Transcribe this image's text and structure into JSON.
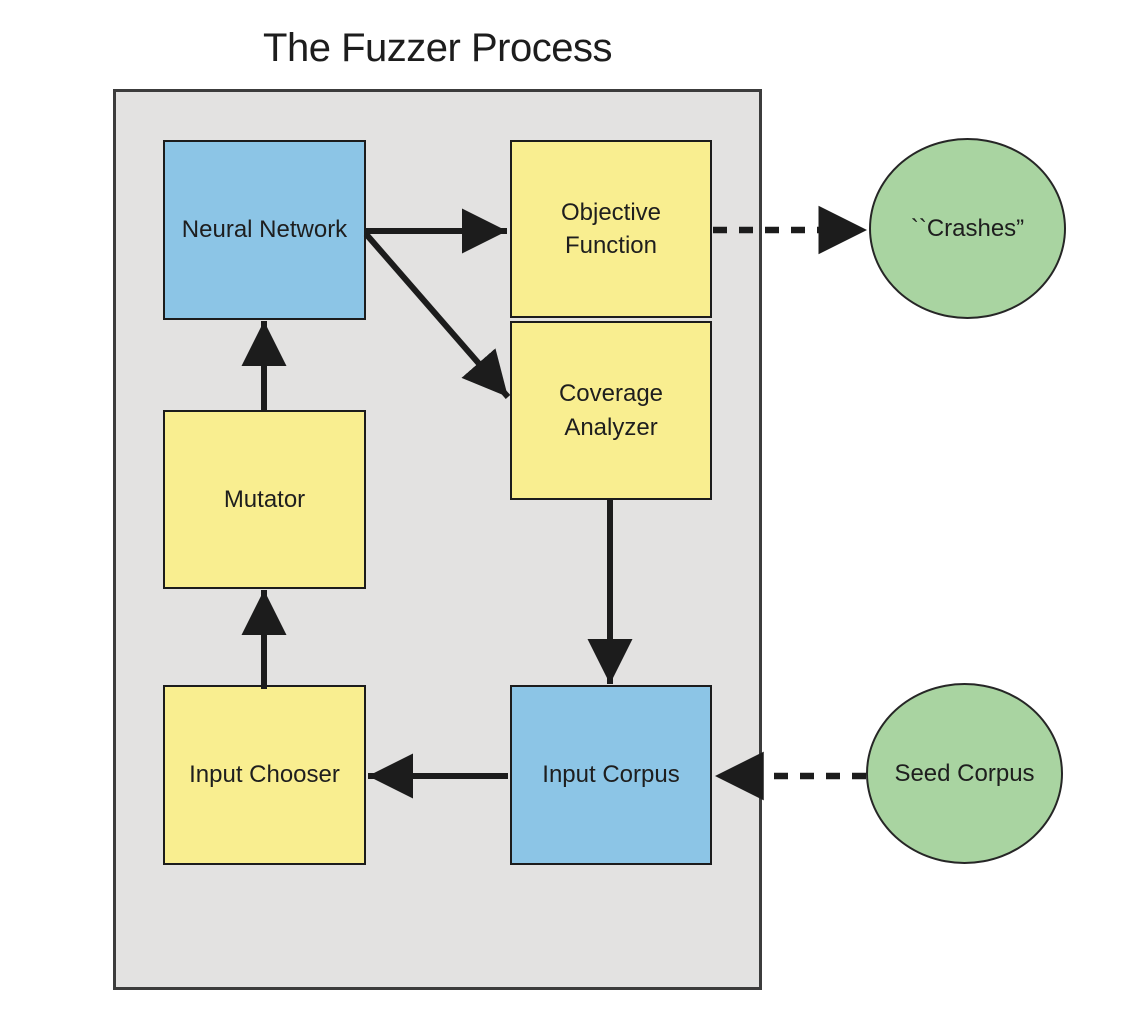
{
  "title": "The Fuzzer Process",
  "colors": {
    "node_blue": "#8cc5e6",
    "node_yellow": "#f9ee90",
    "node_green": "#a9d4a1",
    "container_gray": "#e3e2e1",
    "line_black": "#1c1c1c",
    "background": "#ffffff"
  },
  "nodes": {
    "neural_network": {
      "label": "Neural Network",
      "shape": "box",
      "color": "blue"
    },
    "objective_function": {
      "lines": [
        "Objective",
        "Function"
      ],
      "shape": "box",
      "color": "yellow"
    },
    "coverage_analyzer": {
      "lines": [
        "Coverage",
        "Analyzer"
      ],
      "shape": "box",
      "color": "yellow"
    },
    "mutator": {
      "label": "Mutator",
      "shape": "box",
      "color": "yellow"
    },
    "input_chooser": {
      "label": "Input Chooser",
      "shape": "box",
      "color": "yellow"
    },
    "input_corpus": {
      "label": "Input Corpus",
      "shape": "box",
      "color": "blue"
    },
    "crashes": {
      "label": "``Crashes”",
      "shape": "circle",
      "color": "green"
    },
    "seed_corpus": {
      "label": "Seed Corpus",
      "shape": "circle",
      "color": "green"
    }
  },
  "edges": [
    {
      "from": "neural_network",
      "to": "objective_function",
      "style": "solid"
    },
    {
      "from": "neural_network",
      "to": "coverage_analyzer",
      "style": "solid"
    },
    {
      "from": "objective_function",
      "to": "crashes",
      "style": "dashed"
    },
    {
      "from": "coverage_analyzer",
      "to": "input_corpus",
      "style": "solid"
    },
    {
      "from": "input_corpus",
      "to": "input_chooser",
      "style": "solid"
    },
    {
      "from": "seed_corpus",
      "to": "input_corpus",
      "style": "dashed"
    },
    {
      "from": "input_chooser",
      "to": "mutator",
      "style": "solid"
    },
    {
      "from": "mutator",
      "to": "neural_network",
      "style": "solid"
    }
  ]
}
